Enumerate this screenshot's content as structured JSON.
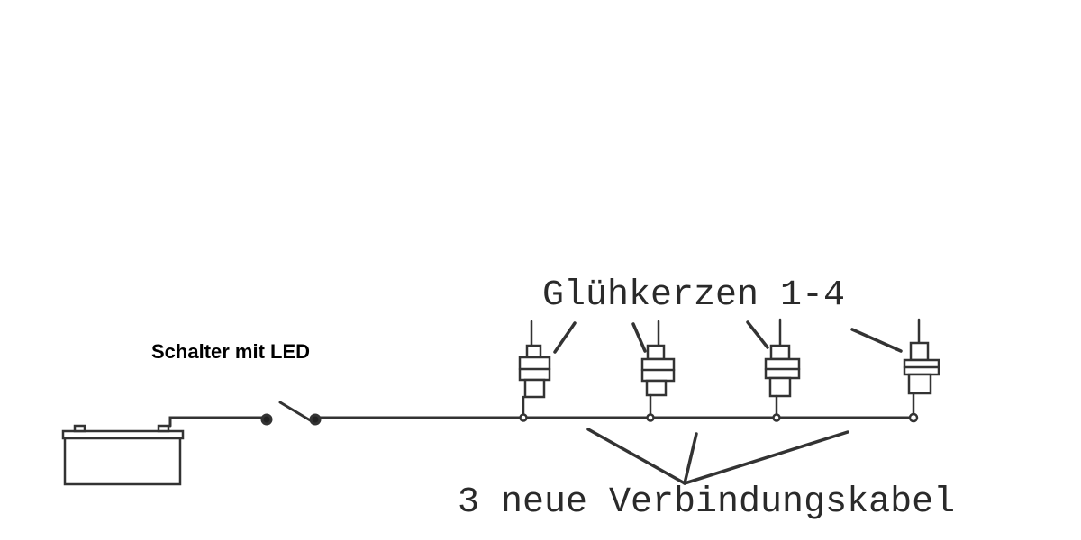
{
  "labels": {
    "switch": "Schalter mit LED",
    "glow_plugs": "Glühkerzen 1-4",
    "cables": "3 neue Verbindungskabel"
  },
  "colors": {
    "line": "#333333",
    "background": "#ffffff"
  }
}
